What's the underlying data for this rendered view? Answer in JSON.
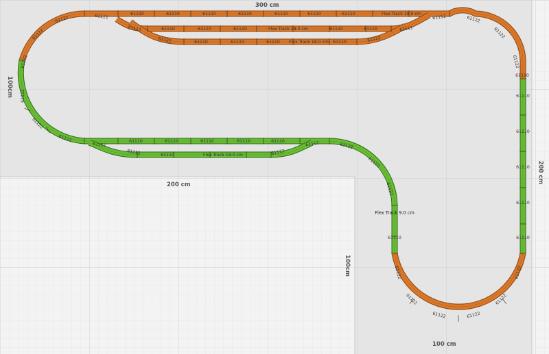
{
  "dimensions": {
    "top": "300 cm",
    "left": "100cm",
    "middle": "200 cm",
    "right": "200 cm",
    "inner_vertical": "100cm",
    "bottom": "100 cm"
  },
  "track_codes": {
    "curve": "61122",
    "straight": "61110",
    "switch_a": "61111",
    "switch_b": "61112"
  },
  "labels": {
    "flex_top": "Flex Track 18.0 cm",
    "flex_top_mid": "Flex Track 18.0 cm",
    "flex_top_inner": "Flex Track 18.0 cm",
    "flex_mid": "Flex Track 18.0 cm",
    "flex_right": "Flex Track 9.0 cm"
  },
  "colors": {
    "orange": "#d9782a",
    "orange_edge": "#8a4511",
    "green": "#69bd36",
    "green_edge": "#2f6b15",
    "grid_major": "#d0d0d0",
    "grid_minor": "#e2e2e2",
    "region": "#e4e4e4",
    "outside": "#f3f3f3"
  }
}
